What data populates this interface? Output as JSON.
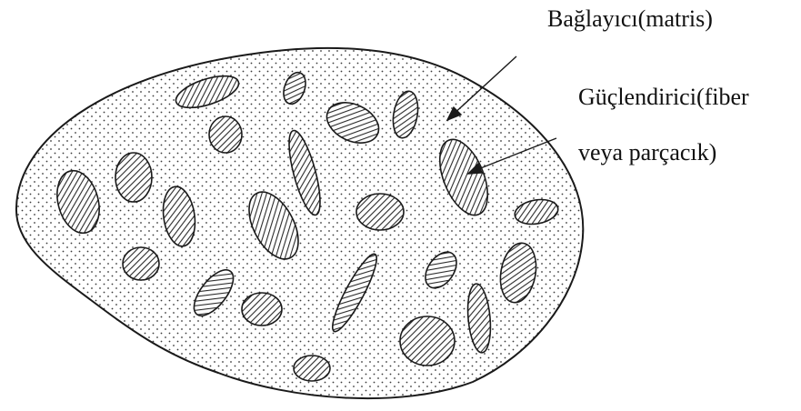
{
  "labels": {
    "matrix": "Bağlayıcı(matris)",
    "reinforcer_line1": "Güçlendirici(fiber",
    "reinforcer_line2": "veya parçacık)"
  },
  "colors": {
    "outline": "#1a1a1a",
    "stipple": "#3a3a3a",
    "hatch": "#2a2a2a",
    "text": "#111111"
  }
}
